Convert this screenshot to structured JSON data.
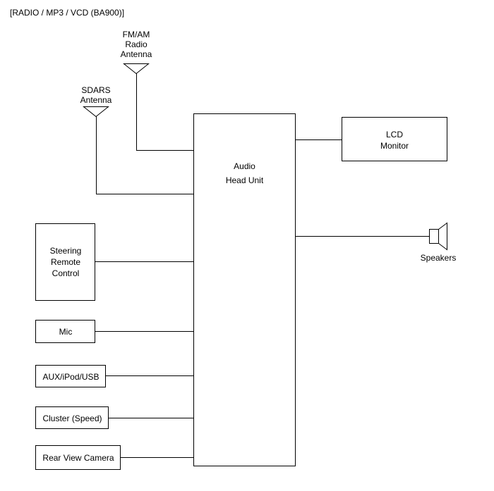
{
  "title": "[RADIO / MP3 / VCD (BA900)]",
  "head_unit": {
    "line1": "Audio",
    "line2": "Head Unit"
  },
  "lcd_monitor": {
    "line1": "LCD",
    "line2": "Monitor"
  },
  "fm_am_antenna": {
    "line1": "FM/AM",
    "line2": "Radio",
    "line3": "Antenna"
  },
  "sdars_antenna": {
    "line1": "SDARS",
    "line2": "Antenna"
  },
  "speakers": {
    "label": "Speakers"
  },
  "steering_remote": {
    "line1": "Steering",
    "line2": "Remote",
    "line3": "Control"
  },
  "mic": {
    "label": "Mic"
  },
  "aux": {
    "label": "AUX/iPod/USB"
  },
  "cluster": {
    "label": "Cluster (Speed)"
  },
  "rear_camera": {
    "label": "Rear View Camera"
  }
}
